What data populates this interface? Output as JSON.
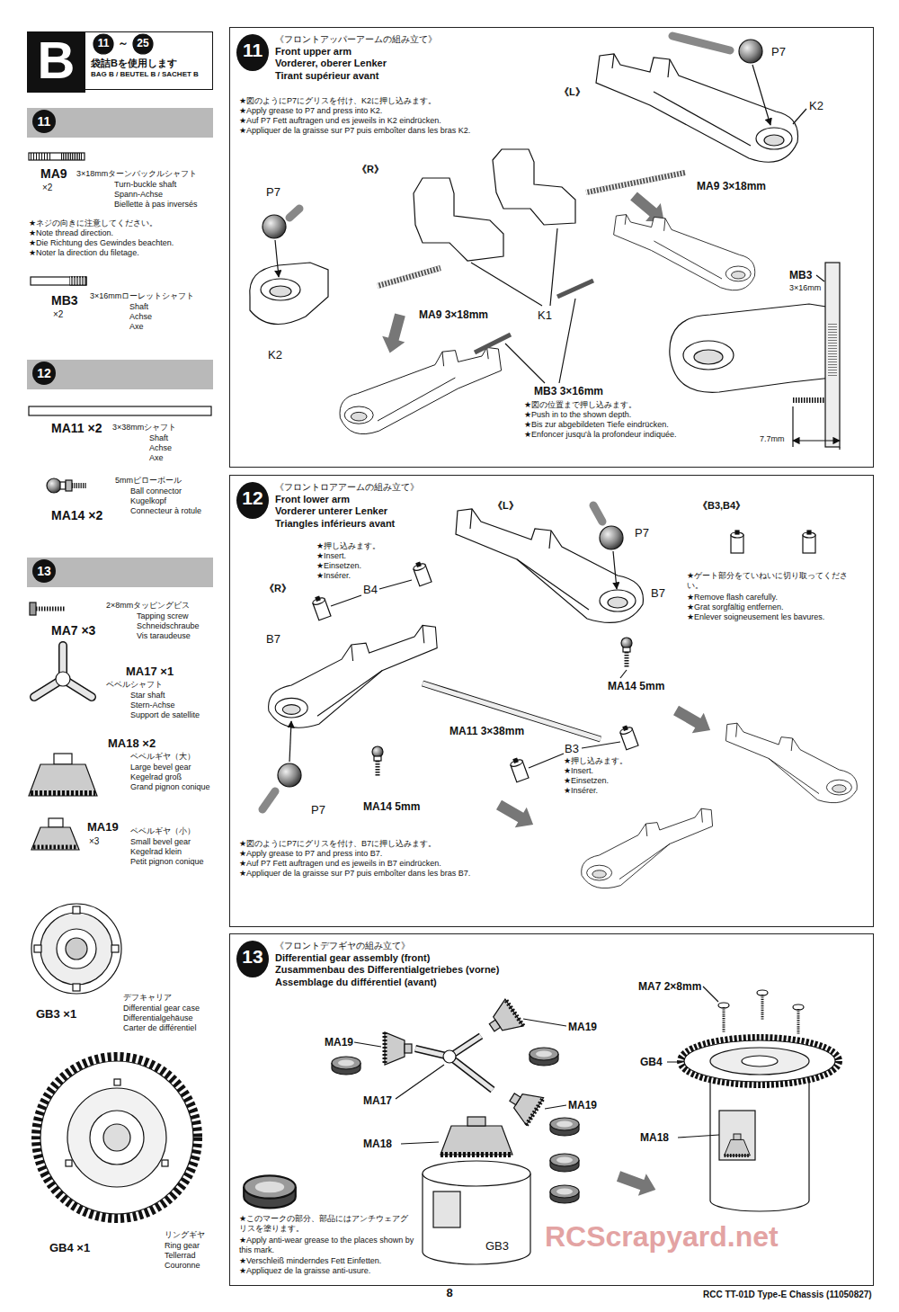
{
  "diagram": {
    "nodes": [
      {
        "text": [
          "B"
        ]
      },
      {
        "text": [
          "袋詰Bを使用します",
          "BAG B / BEUTEL B / SACHET B"
        ]
      },
      {
        "text": [
          "11"
        ]
      },
      {
        "text": [
          "12"
        ]
      },
      {
        "text": [
          "13"
        ]
      },
      {
        "text": [
          "《フロントアッパーアームの組み立て》",
          "Front upper arm",
          "Vorderer, oberer Lenker",
          "Tirant supérieur avant"
        ]
      },
      {
        "text": [
          "11"
        ],
        "in": 5
      },
      {
        "text": [
          "《フロントロアアームの組み立て》",
          "Front lower arm",
          "Vorderer unterer Lenker",
          "Triangles inférieurs avant"
        ]
      },
      {
        "text": [
          "12"
        ],
        "in": 7
      },
      {
        "text": [
          "《フロントデフギヤの組み立て》",
          "Differential gear assembly (front)",
          "Zusammenbau des Differentialgetriebes (vorne)",
          "Assemblage du différentiel (avant)"
        ]
      },
      {
        "text": [
          "13"
        ],
        "in": 9
      }
    ],
    "labels": [
      "11",
      "～",
      "25",
      "MA9",
      "×2",
      "3×18mmターンバックルシャフト",
      "Turn-buckle shaft",
      "Spann-Achse",
      "Biellette à pas inversés",
      "★ネジの向きに注意してください。",
      "★Note thread direction.",
      "★Die Richtung des Gewindes beachten.",
      "★Noter la direction du filetage.",
      "MB3",
      "×2",
      "3×16mmローレットシャフト",
      "Shaft",
      "Achse",
      "Axe",
      "MA11 ×2",
      "3×38mmシャフト",
      "Shaft",
      "Achse",
      "Axe",
      "5mmピローボール",
      "Ball connector",
      "Kugelkopf",
      "Connecteur à rotule",
      "MA14 ×2",
      "2×8mmタッピングビス",
      "Tapping screw",
      "Schneidschraube",
      "Vis taraudeuse",
      "MA7 ×3",
      "MA17 ×1",
      "ベベルシャフト",
      "Star shaft",
      "Stern-Achse",
      "Support de satellite",
      "MA18 ×2",
      "ベベルギヤ（大）",
      "Large bevel gear",
      "Kegelrad groß",
      "Grand pignon conique",
      "MA19",
      "×3",
      "ベベルギヤ（小）",
      "Small bevel gear",
      "Kegelrad klein",
      "Petit pignon conique",
      "GB3 ×1",
      "デフキャリア",
      "Differential gear case",
      "Differentialgehäuse",
      "Carter de différentiel",
      "GB4 ×1",
      "リングギヤ",
      "Ring gear",
      "Tellerrad",
      "Couronne",
      "★図のようにP7にグリスを付け、K2に押し込みます。",
      "★Apply grease to P7 and press into K2.",
      "★Auf P7 Fett auftragen und es jeweils in K2 eindrücken.",
      "★Appliquer de la graisse sur P7 puis emboîter dans les bras K2.",
      "《L》",
      "P7",
      "K2",
      "《R》",
      "MA9 3×18mm",
      "P7",
      "MB3",
      "3×16mm",
      "MA9 3×18mm",
      "K1",
      "K2",
      "MB3 3×16mm",
      "★図の位置まで押し込みます。",
      "★Push in to the shown depth.",
      "★Bis zur abgebildeten Tiefe eindrücken.",
      "★Enfoncer jusqu'à la profondeur indiquée.",
      "7.7mm",
      "《L》",
      "P7",
      "《B3,B4》",
      "★押し込みます。",
      "★Insert.",
      "★Einsetzen.",
      "★Insérer.",
      "B7",
      "★ゲート部分をていねいに切り取ってください。",
      "★Remove flash carefully.",
      "★Grat sorgfältig entfernen.",
      "★Enlever soigneusement les bavures.",
      "《R》",
      "B4",
      "B7",
      "MA14 5mm",
      "MA11 3×38mm",
      "B3",
      "★押し込みます。",
      "★Insert.",
      "★Einsetzen.",
      "★Insérer.",
      "P7",
      "MA14 5mm",
      "★図のようにP7にグリスを付け、B7に押し込みます。",
      "★Apply grease to P7 and press into B7.",
      "★Auf P7 Fett auftragen und es jeweils in B7 eindrücken.",
      "★Appliquer de la graisse sur P7 puis emboîter dans les bras B7.",
      "MA7 2×8mm",
      "MA19",
      "MA19",
      "GB4",
      "MA17",
      "MA19",
      "MA18",
      "MA18",
      "★このマークの部分、部品にはアンチウェアグリスを塗ります。",
      "★Apply anti-wear grease to the places shown by this mark.",
      "★Verschleiß minderndes Fett Einfetten.",
      "★Appliquez de la graisse anti-usure.",
      "GB3",
      "RCScrapyard.net",
      "8",
      "RCC TT-01D Type-E Chassis (11050827)"
    ]
  }
}
